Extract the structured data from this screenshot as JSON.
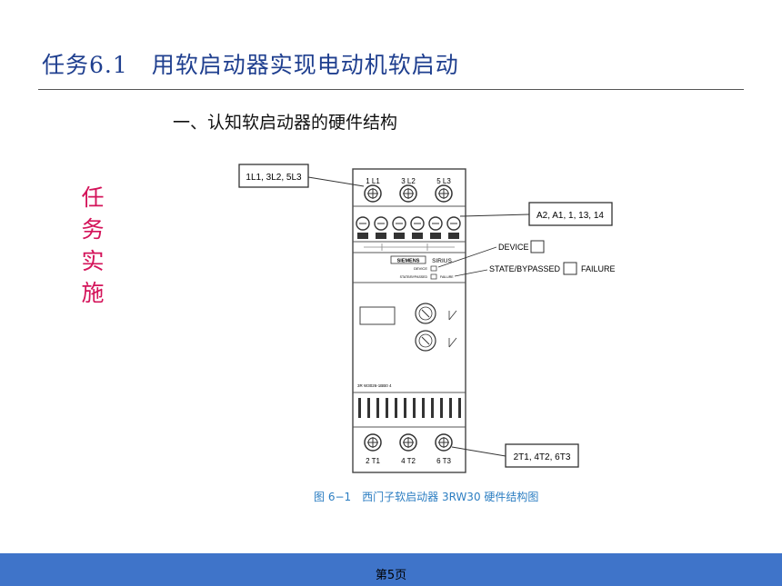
{
  "slide": {
    "title": "任务6.1　用软启动器实现电动机软启动",
    "subtitle": "一、认知软启动器的硬件结构",
    "side_label": [
      "任",
      "务",
      "实",
      "施"
    ],
    "page_number": "第5页"
  },
  "figure": {
    "callouts": {
      "top_left": "1L1, 3L2, 5L3",
      "top_right": "A2, A1, 1, 13, 14",
      "bottom_right": "2T1, 4T2, 6T3",
      "device": "DEVICE",
      "state_bypassed": "STATE/BYPASSED",
      "failure": "FAILURE"
    },
    "device": {
      "top_terminals": [
        "1 L1",
        "3 L2",
        "5 L3"
      ],
      "bottom_terminals": [
        "2 T1",
        "4 T2",
        "6 T3"
      ],
      "brand": "SIEMENS",
      "series": "SIRIUS",
      "led_device": "DEVICE",
      "led_state": "STATE/BYPASSED",
      "led_failure": "FAILURE",
      "model": "3R W3026-1BB0 4"
    },
    "caption": "图 6−1　西门子软启动器 3RW30 硬件结构图"
  },
  "colors": {
    "title": "#1f3f8f",
    "side_label": "#d4145a",
    "caption": "#2c7ec2",
    "footer": "#3f74c9"
  }
}
